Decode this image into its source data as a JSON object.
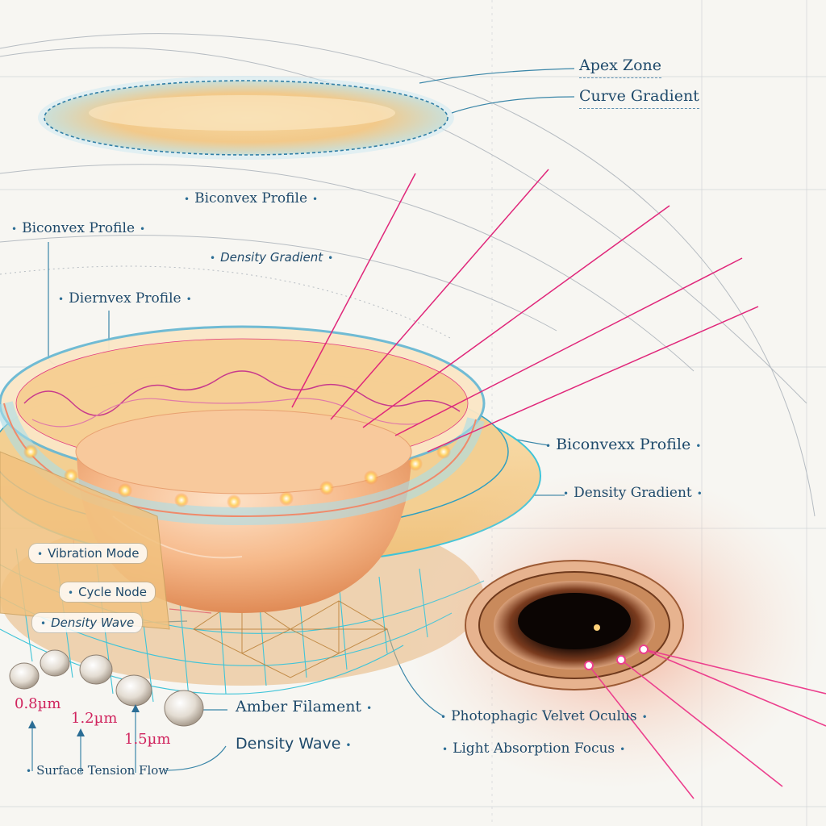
{
  "labels": {
    "apex_zone": "Apex Zone",
    "curve_gradient": "Curve Gradient",
    "biconvex_profile_top": "Biconvex Profile",
    "biconvex_profile_left": "Biconvex Profile",
    "density_gradient_top": "Density Gradient",
    "diernvex_profile": "Diernvex Profile",
    "biconvexx_profile": "Biconvexx Profile",
    "density_gradient_right": "Density Gradient",
    "vibration_mode": "Vibration Mode",
    "cycle_node": "Cycle Node",
    "density_wave_left": "Density Wave",
    "amber_filament": "Amber Filament",
    "density_wave_bottom": "Density Wave",
    "surface_tension_flow": "Surface Tension Flow",
    "photophagic_velvet_oculus": "Photophagic Velvet Oculus",
    "light_absorption_focus": "Light Absorption Focus"
  },
  "sizes": [
    "0.8µm",
    "1.2µm",
    "1.5µm"
  ],
  "colors": {
    "label_text": "#1f4a6b",
    "leader_line": "#3a86a8",
    "magenta_ray": "#e0277a",
    "amber": "#f2a85a",
    "cyan_rim": "#3fc4d8",
    "oculus_dark": "#1a0d08",
    "paper": "#f7f6f2"
  }
}
